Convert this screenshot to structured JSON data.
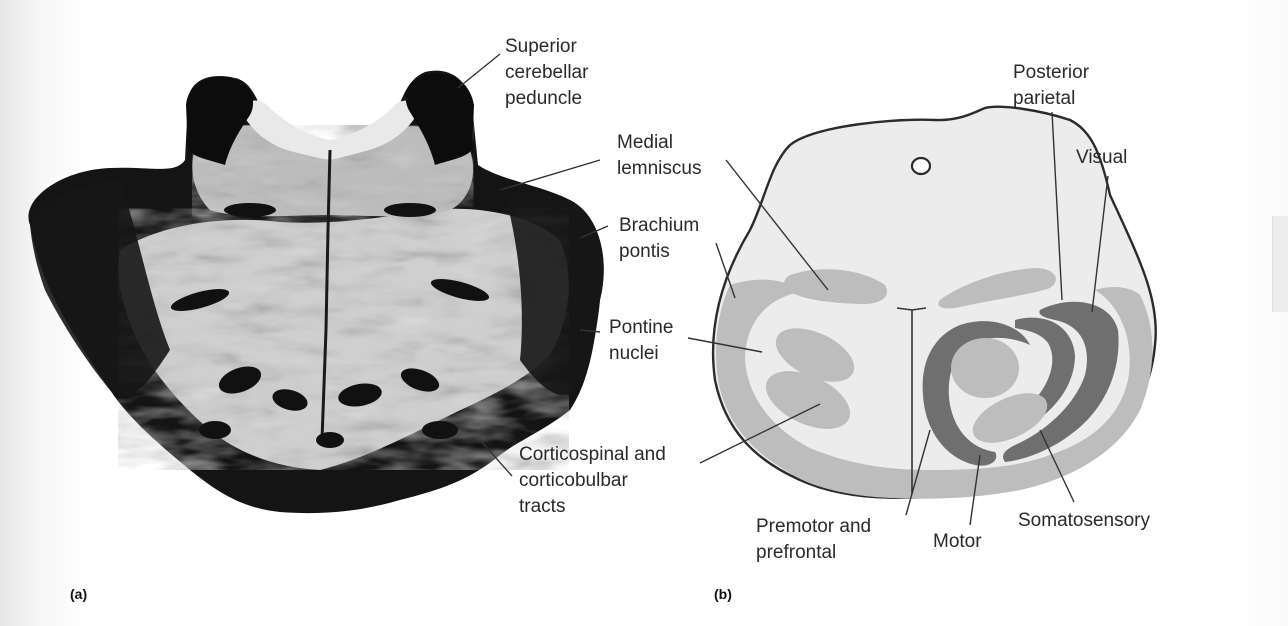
{
  "panels": {
    "a": "(a)",
    "b": "(b)"
  },
  "labels_a": {
    "superior_cerebellar_peduncle": [
      "Superior",
      "cerebellar",
      "peduncle"
    ],
    "medial_lemniscus": [
      "Medial",
      "lemniscus"
    ],
    "brachium_pontis": [
      "Brachium",
      "pontis"
    ],
    "pontine_nuclei": [
      "Pontine",
      "nuclei"
    ],
    "corticospinal_tracts": [
      "Corticospinal and",
      "corticobulbar",
      "tracts"
    ]
  },
  "labels_b": {
    "posterior_parietal": [
      "Posterior",
      "parietal"
    ],
    "visual": [
      "Visual"
    ],
    "premotor_prefrontal": [
      "Premotor and",
      "prefrontal"
    ],
    "motor": [
      "Motor"
    ],
    "somatosensory": [
      "Somatosensory"
    ]
  },
  "colors": {
    "stain_dark": "#111111",
    "stain_light": "#d9d9d9",
    "diagram_outline": "#2b2b2b",
    "diagram_fill": "#ececec",
    "band_light": "#bdbdbd",
    "band_dark": "#6f6f6f"
  }
}
